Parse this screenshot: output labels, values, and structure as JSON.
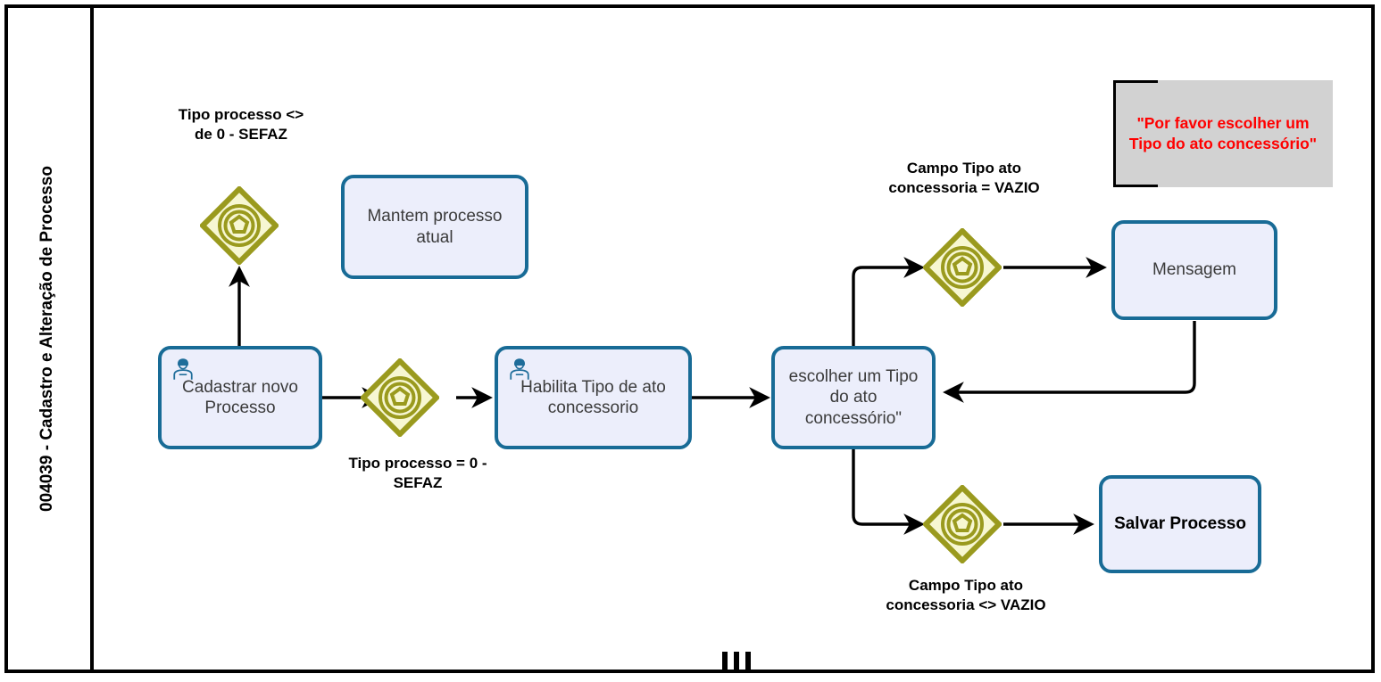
{
  "diagram": {
    "type": "bpmn-process-flow",
    "lane_title": "004039 - Cadastro e Alteração de Processo"
  },
  "tasks": [
    {
      "id": "cadastrar-novo-processo",
      "label": "Cadastrar  novo Processo",
      "icon": "user-icon",
      "bold": false
    },
    {
      "id": "mantem-processo-atual",
      "label": "Mantem processo atual",
      "icon": null,
      "bold": false
    },
    {
      "id": "habilita-tipo-ato-concessorio",
      "label": "Habilita Tipo de ato concessorio",
      "icon": "user-icon",
      "bold": false
    },
    {
      "id": "escolher-tipo-ato-concessorio",
      "label": "escolher um Tipo do ato concessório\"",
      "icon": null,
      "bold": false
    },
    {
      "id": "mensagem",
      "label": "Mensagem",
      "icon": null,
      "bold": false
    },
    {
      "id": "salvar-processo",
      "label": "Salvar Processo",
      "icon": null,
      "bold": true
    }
  ],
  "gateways": [
    {
      "id": "gateway-tipo-processo-diferente-zero",
      "kind": "complex-gateway"
    },
    {
      "id": "gateway-tipo-processo-split",
      "kind": "complex-gateway"
    },
    {
      "id": "gateway-campo-vazio",
      "kind": "complex-gateway"
    },
    {
      "id": "gateway-campo-nao-vazio",
      "kind": "complex-gateway"
    }
  ],
  "condition_labels": [
    {
      "id": "cond-tipo-processo-diferente",
      "text": "Tipo processo <>\nde 0 - SEFAZ"
    },
    {
      "id": "cond-tipo-processo-igual",
      "text": "Tipo processo  = 0 -\nSEFAZ"
    },
    {
      "id": "cond-campo-vazio",
      "text": "Campo Tipo ato\nconcessoria = VAZIO"
    },
    {
      "id": "cond-campo-nao-vazio",
      "text": "Campo Tipo ato\nconcessoria <> VAZIO"
    }
  ],
  "annotation": {
    "id": "annotation-mensagem-texto",
    "text": "\"Por favor escolher um Tipo do ato concessório\""
  },
  "markers": {
    "multi_instance": "parallel-multi-instance-marker"
  },
  "colors": {
    "task_border": "#186B96",
    "task_fill": "#eceefb",
    "gateway_stroke": "#9a9a1e",
    "gateway_fill": "#f7f7d2",
    "annotation_fill": "#d2d2d2",
    "annotation_text": "#ff0000",
    "frame": "#000000",
    "flow": "#000000"
  }
}
